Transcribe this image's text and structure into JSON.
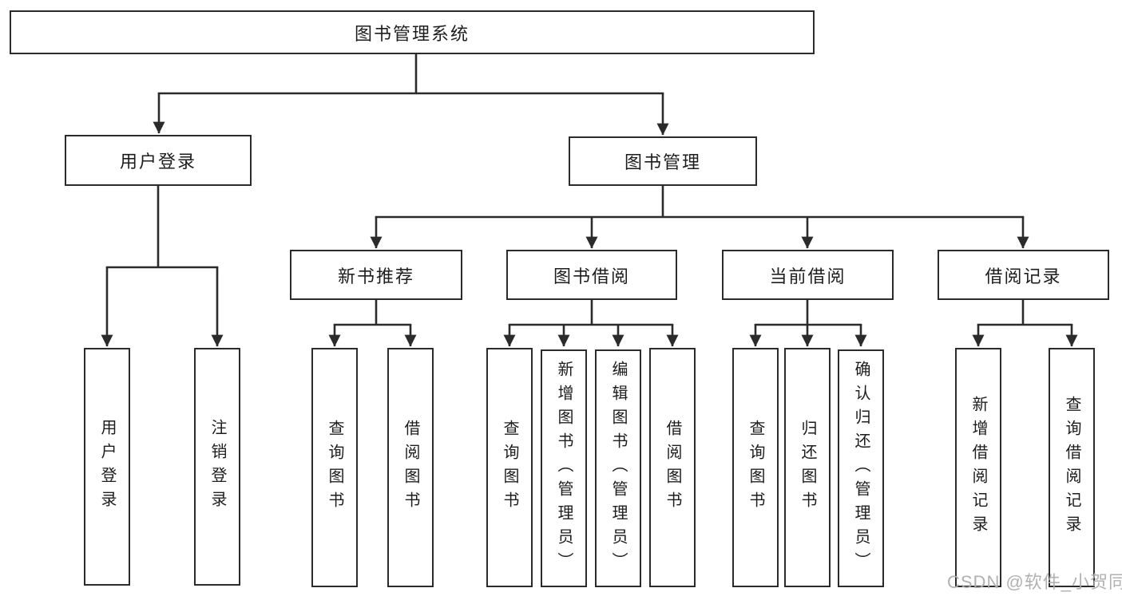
{
  "tree": {
    "root": "图书管理系统",
    "children": [
      {
        "label": "用户登录",
        "children": [
          "用户登录",
          "注销登录"
        ]
      },
      {
        "label": "图书管理",
        "children": [
          {
            "label": "新书推荐",
            "children": [
              "查询图书",
              "借阅图书"
            ]
          },
          {
            "label": "图书借阅",
            "children": [
              "查询图书",
              "新增图书（管理员）",
              "编辑图书（管理员）",
              "借阅图书"
            ]
          },
          {
            "label": "当前借阅",
            "children": [
              "查询图书",
              "归还图书",
              "确认归还（管理员）"
            ]
          },
          {
            "label": "借阅记录",
            "children": [
              "新增借阅记录",
              "查询借阅记录"
            ]
          }
        ]
      }
    ]
  },
  "watermark": {
    "text": "CSDN @软件_小贺同学"
  },
  "colors": {
    "line": "#2b2b2b",
    "box_border": "#2b2b2b",
    "text": "#1d1d1d",
    "watermark": "#adadad",
    "background": "#ffffff"
  }
}
